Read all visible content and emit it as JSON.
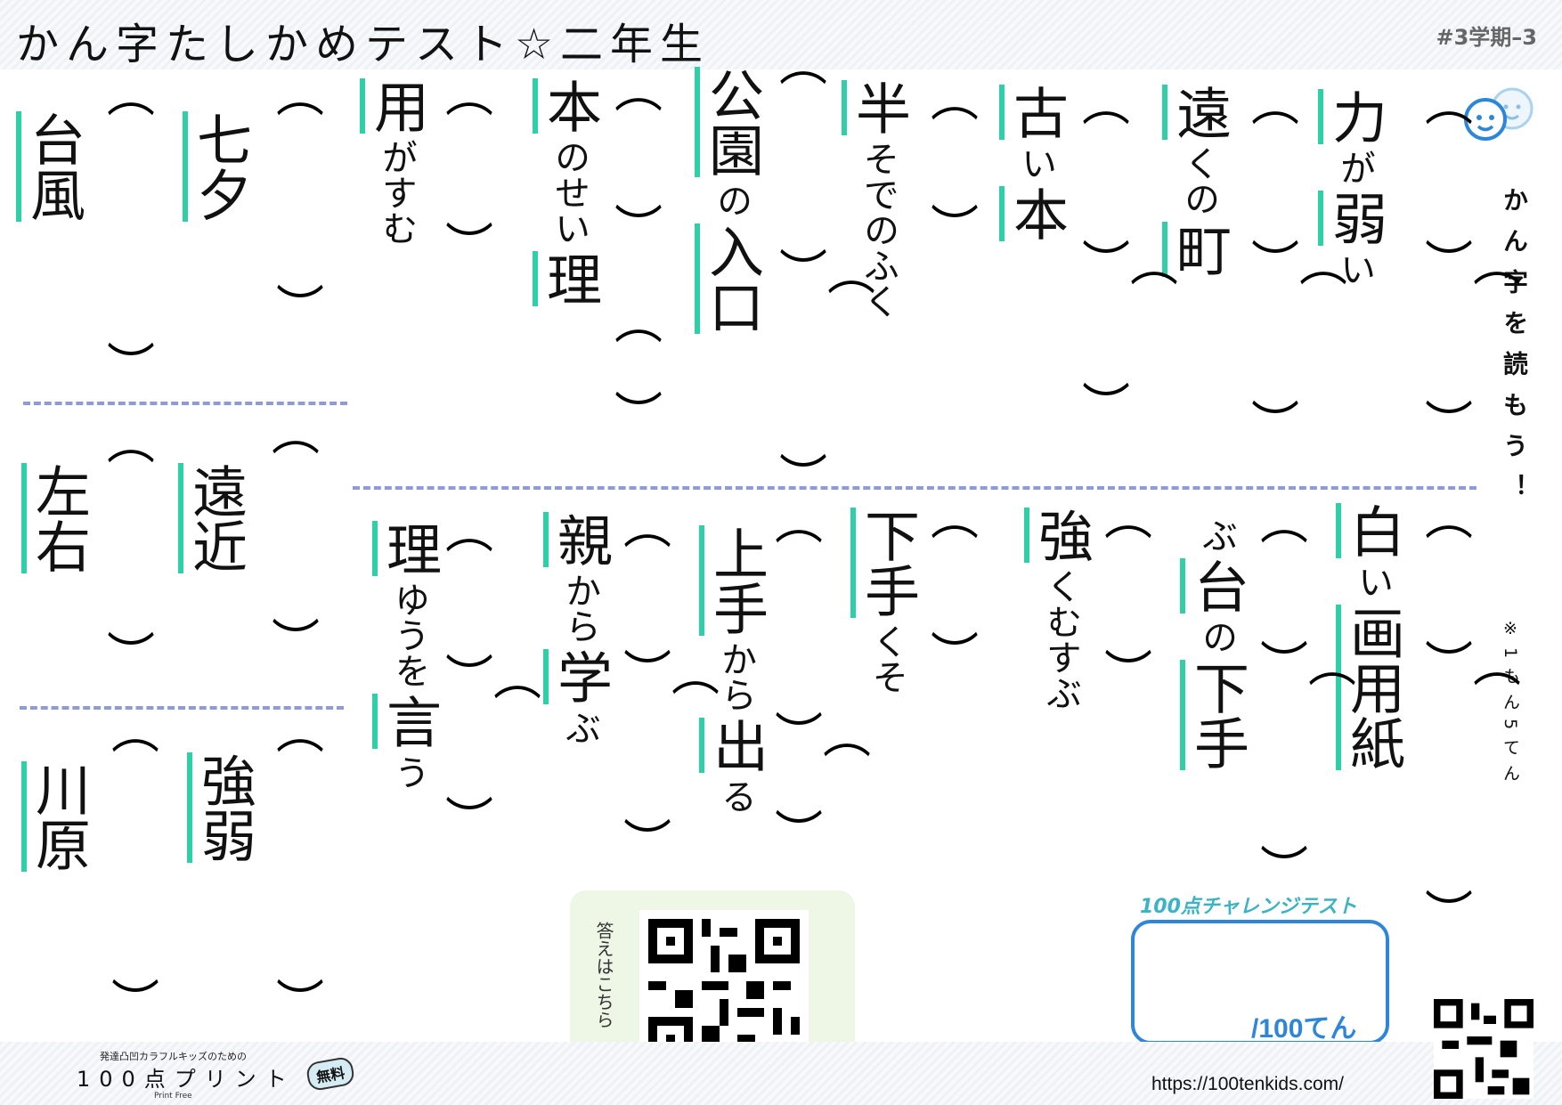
{
  "header": {
    "title": "かん字たしかめテスト☆二年生",
    "sheet_id": "#3学期–3"
  },
  "instructions": {
    "title": "かん字を読もう！",
    "note": "※1もん5てん"
  },
  "questions": [
    {
      "parts": [
        {
          "t": "力",
          "k": true
        },
        {
          "t": "が"
        },
        {
          "t": "弱",
          "k": true
        },
        {
          "t": "い"
        }
      ]
    },
    {
      "parts": [
        {
          "t": "遠",
          "k": true
        },
        {
          "t": "くの"
        },
        {
          "t": "町",
          "k": true
        }
      ]
    },
    {
      "parts": [
        {
          "t": "古",
          "k": true
        },
        {
          "t": "い"
        },
        {
          "t": "本",
          "k": true
        }
      ]
    },
    {
      "parts": [
        {
          "t": "半",
          "k": true
        },
        {
          "t": "そでのふく"
        }
      ]
    },
    {
      "parts": [
        {
          "t": "公園",
          "k": true
        },
        {
          "t": "の"
        },
        {
          "t": "入口",
          "k": true
        }
      ]
    },
    {
      "parts": [
        {
          "t": "本",
          "k": true
        },
        {
          "t": "のせい"
        },
        {
          "t": "理",
          "k": true
        }
      ]
    },
    {
      "parts": [
        {
          "t": "用",
          "k": true
        },
        {
          "t": "がすむ"
        }
      ]
    },
    {
      "parts": [
        {
          "t": "七夕",
          "k": true
        }
      ]
    },
    {
      "parts": [
        {
          "t": "台風",
          "k": true
        }
      ]
    },
    {
      "parts": [
        {
          "t": "白",
          "k": true
        },
        {
          "t": "い"
        },
        {
          "t": "画用紙",
          "k": true
        }
      ]
    },
    {
      "parts": [
        {
          "t": "ぶ"
        },
        {
          "t": "台",
          "k": true
        },
        {
          "t": "の"
        },
        {
          "t": "下手",
          "k": true
        }
      ]
    },
    {
      "parts": [
        {
          "t": "強",
          "k": true
        },
        {
          "t": "くむすぶ"
        }
      ]
    },
    {
      "parts": [
        {
          "t": "下手",
          "k": true
        },
        {
          "t": "くそ"
        }
      ]
    },
    {
      "parts": [
        {
          "t": "上手",
          "k": true
        },
        {
          "t": "から"
        },
        {
          "t": "出",
          "k": true
        },
        {
          "t": "る"
        }
      ]
    },
    {
      "parts": [
        {
          "t": "親",
          "k": true
        },
        {
          "t": "から"
        },
        {
          "t": "学",
          "k": true
        },
        {
          "t": "ぶ"
        }
      ]
    },
    {
      "parts": [
        {
          "t": "理",
          "k": true
        },
        {
          "t": "ゆうを"
        },
        {
          "t": "言",
          "k": true
        },
        {
          "t": "う"
        }
      ]
    },
    {
      "parts": [
        {
          "t": "遠近",
          "k": true
        }
      ]
    },
    {
      "parts": [
        {
          "t": "左右",
          "k": true
        }
      ]
    },
    {
      "parts": [
        {
          "t": "強弱",
          "k": true
        }
      ]
    },
    {
      "parts": [
        {
          "t": "川原",
          "k": true
        }
      ]
    }
  ],
  "answer_panel": {
    "label": "答えはこちら"
  },
  "score": {
    "label": "100点チャレンジテスト",
    "text": "/100てん"
  },
  "footer": {
    "brand_small": "発達凸凹カラフルキッズのための",
    "brand_main": "100点プリント",
    "brand_sub": "Print Free",
    "badge": "無料",
    "url": "https://100tenkids.com/"
  },
  "colors": {
    "kanji_underline": "#2fcfa8",
    "divider": "#8d9bd8",
    "score_box": "#2d86d8"
  }
}
